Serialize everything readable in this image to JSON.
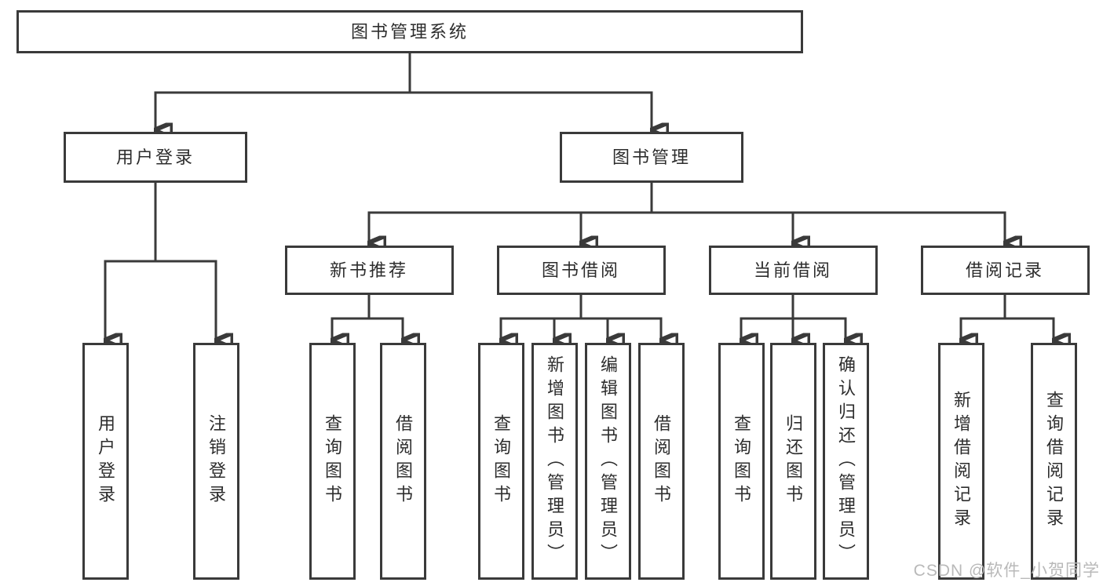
{
  "diagram": {
    "root": {
      "label": "图书管理系统"
    },
    "level2": [
      {
        "id": "user-login",
        "label": "用户登录"
      },
      {
        "id": "book-management",
        "label": "图书管理"
      }
    ],
    "level3": [
      {
        "id": "new-book-recommend",
        "label": "新书推荐"
      },
      {
        "id": "book-borrowing",
        "label": "图书借阅"
      },
      {
        "id": "current-borrowing",
        "label": "当前借阅"
      },
      {
        "id": "borrowing-records",
        "label": "借阅记录"
      }
    ],
    "leaves": [
      {
        "id": "user-login-leaf",
        "label": "用户登录",
        "parent": "用户登录"
      },
      {
        "id": "logout-leaf",
        "label": "注销登录",
        "parent": "用户登录"
      },
      {
        "id": "query-books-recommend",
        "label": "查询图书",
        "parent": "新书推荐"
      },
      {
        "id": "borrow-books-recommend",
        "label": "借阅图书",
        "parent": "新书推荐"
      },
      {
        "id": "query-books-borrowing",
        "label": "查询图书",
        "parent": "图书借阅"
      },
      {
        "id": "add-book-admin",
        "label": "新增图书（管理员）",
        "parent": "图书借阅"
      },
      {
        "id": "edit-book-admin",
        "label": "编辑图书（管理员）",
        "parent": "图书借阅"
      },
      {
        "id": "borrow-books-borrowing",
        "label": "借阅图书",
        "parent": "图书借阅"
      },
      {
        "id": "query-books-current",
        "label": "查询图书",
        "parent": "当前借阅"
      },
      {
        "id": "return-book",
        "label": "归还图书",
        "parent": "当前借阅"
      },
      {
        "id": "confirm-return-admin",
        "label": "确认归还（管理员）",
        "parent": "当前借阅"
      },
      {
        "id": "add-borrow-record",
        "label": "新增借阅记录",
        "parent": "借阅记录"
      },
      {
        "id": "query-borrow-record",
        "label": "查询借阅记录",
        "parent": "借阅记录"
      }
    ]
  },
  "watermark": "CSDN @软件_小贺同学",
  "colors": {
    "line": "#3a3a3a",
    "text": "#2d2d2d",
    "watermark": "#b9b9b9",
    "background": "#ffffff"
  }
}
